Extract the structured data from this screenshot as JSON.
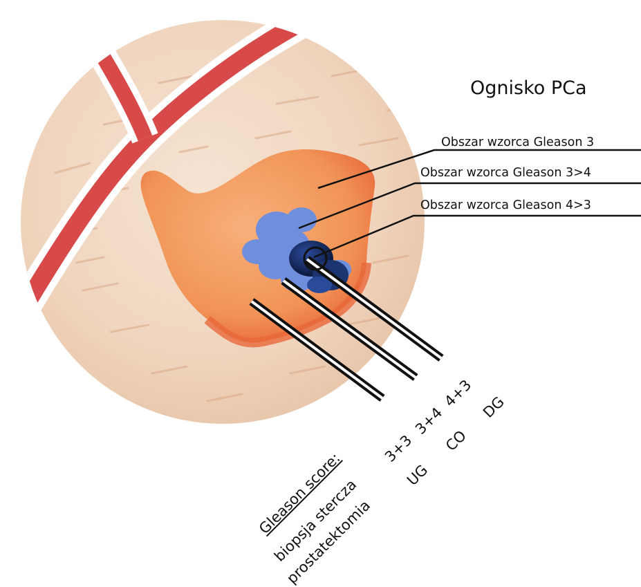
{
  "title": "Ognisko PCa",
  "legend": [
    {
      "id": "g3",
      "label": "Obszar wzorca Gleason 3"
    },
    {
      "id": "g34",
      "label": "Obszar wzorca Gleason 3>4"
    },
    {
      "id": "g43",
      "label": "Obszar wzorca Gleason 4>3"
    }
  ],
  "score_table": {
    "heading": "Gleason score:",
    "rows": [
      "biopsja stercza",
      "prostatektomia"
    ],
    "columns": [
      {
        "biopsy": "3+3",
        "prostatectomy": "UG"
      },
      {
        "biopsy": "3+4",
        "prostatectomy": "CO"
      },
      {
        "biopsy": "4+3",
        "prostatectomy": "DG"
      }
    ]
  },
  "colors": {
    "tissue": "#f1d9c4",
    "vessel": "#d84a4a",
    "tumor_pattern3": "#f29a5c",
    "tumor_pattern3_rim": "#e8683a",
    "pattern_3_4": "#6f8fdd",
    "pattern_4_3": "#0f1f4a"
  }
}
